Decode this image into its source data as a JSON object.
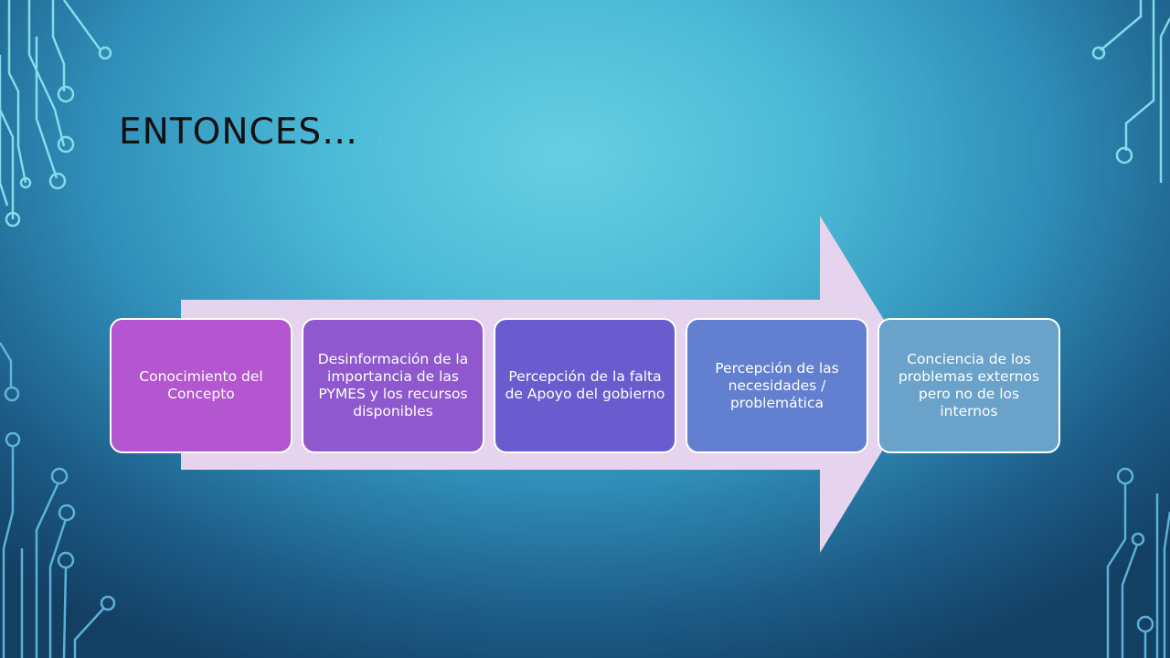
{
  "slide": {
    "title": "ENTONCES…"
  },
  "process": {
    "steps": [
      {
        "label": "Conocimiento del Concepto",
        "color": "#b356d0"
      },
      {
        "label": "Desinformación de la importancia de las PYMES y los recursos disponibles",
        "color": "#8f58cf"
      },
      {
        "label": "Percepción de la falta de Apoyo del gobierno",
        "color": "#6a5ccf"
      },
      {
        "label": "Percepción de las necesidades / problemática",
        "color": "#6280cf"
      },
      {
        "label": "Conciencia de los problemas externos pero no de los internos",
        "color": "#6aa2c9"
      }
    ],
    "arrow_color": "#e6d3ee"
  },
  "theme": {
    "background_light": "#67cfe1",
    "background_dark": "#133f63",
    "circuit_line_color": "#7fe3f2"
  }
}
